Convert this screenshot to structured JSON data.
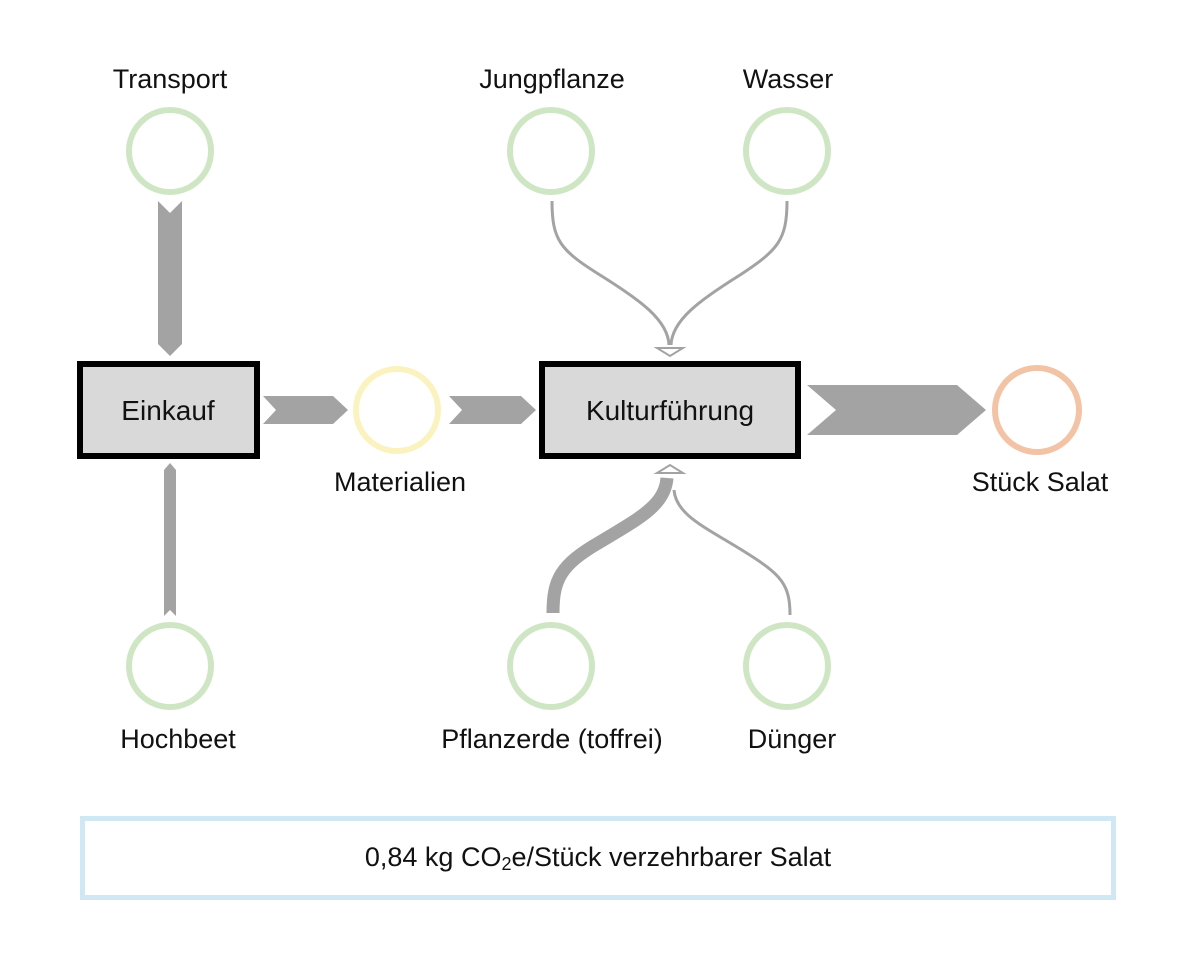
{
  "diagram": {
    "processes": {
      "einkauf": "Einkauf",
      "kulturfuehrung": "Kulturführung"
    },
    "nodes": {
      "transport": "Transport",
      "hochbeet": "Hochbeet",
      "materialien": "Materialien",
      "jungpflanze": "Jungpflanze",
      "wasser": "Wasser",
      "pflanzerde": "Pflanzerde (toffrei)",
      "duenger": "Dünger",
      "stueck_salat": "Stück Salat"
    },
    "colors": {
      "input_node": "#cfe6c4",
      "intermediate_node": "#fbf3bf",
      "output_node": "#f3c3a6",
      "flow": "#a3a3a3",
      "process_fill": "#d9d9d9",
      "process_border": "#000000",
      "summary_border": "#cfe8f3"
    },
    "flows": [
      {
        "from": "Transport",
        "to": "Einkauf"
      },
      {
        "from": "Hochbeet",
        "to": "Einkauf"
      },
      {
        "from": "Einkauf",
        "to": "Materialien"
      },
      {
        "from": "Materialien",
        "to": "Kulturführung"
      },
      {
        "from": "Jungpflanze",
        "to": "Kulturführung"
      },
      {
        "from": "Wasser",
        "to": "Kulturführung"
      },
      {
        "from": "Pflanzerde (toffrei)",
        "to": "Kulturführung"
      },
      {
        "from": "Dünger",
        "to": "Kulturführung"
      },
      {
        "from": "Kulturführung",
        "to": "Stück Salat"
      }
    ]
  },
  "summary": {
    "prefix": "0,84 kg CO",
    "subscript": "2",
    "suffix": "e/Stück verzehrbarer Salat"
  }
}
